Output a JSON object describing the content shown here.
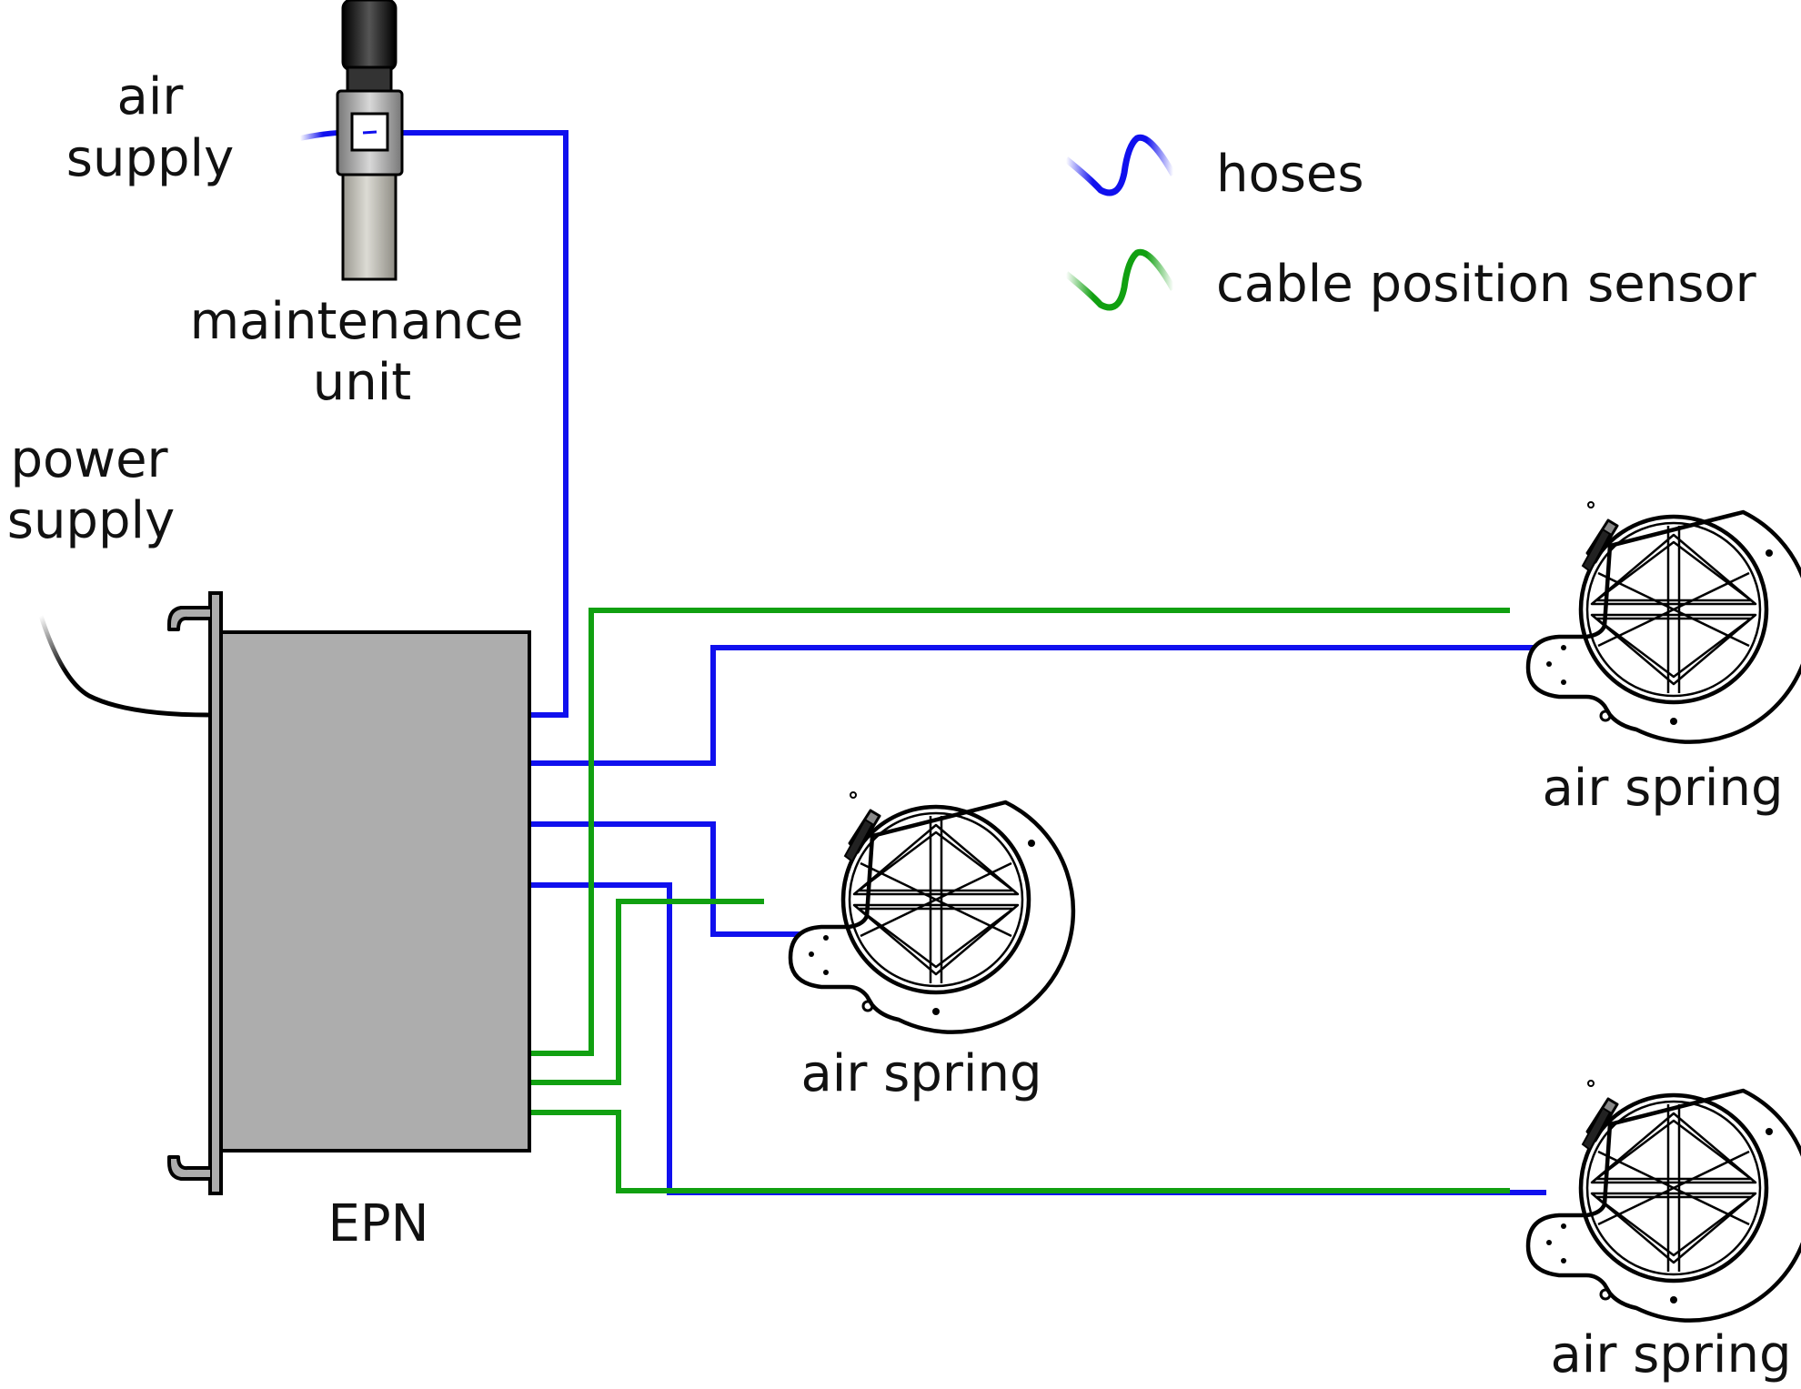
{
  "labels": {
    "air_supply_1": "air",
    "air_supply_2": "supply",
    "maintenance_1": "maintenance",
    "maintenance_2": "unit",
    "power_supply_1": "power",
    "power_supply_2": "supply",
    "epn": "EPN",
    "air_spring_top": "air spring",
    "air_spring_mid": "air spring",
    "air_spring_bottom": "air spring"
  },
  "legend": {
    "hoses": "hoses",
    "cable": "cable position sensor"
  },
  "colors": {
    "hose": "#1010ee",
    "cable": "#11a011",
    "epn_fill": "#adadad",
    "outline": "#000000"
  }
}
